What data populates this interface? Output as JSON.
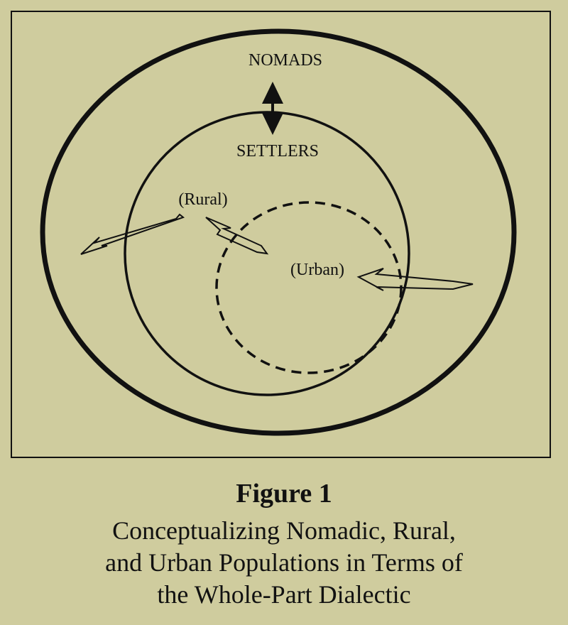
{
  "diagram": {
    "labels": {
      "nomads": "NOMADS",
      "settlers": "SETTLERS",
      "rural": "(Rural)",
      "urban": "(Urban)"
    }
  },
  "caption": {
    "figure_number": "Figure 1",
    "lines": [
      "Conceptualizing Nomadic, Rural,",
      "and Urban Populations in Terms of",
      "the Whole-Part Dialectic"
    ]
  }
}
